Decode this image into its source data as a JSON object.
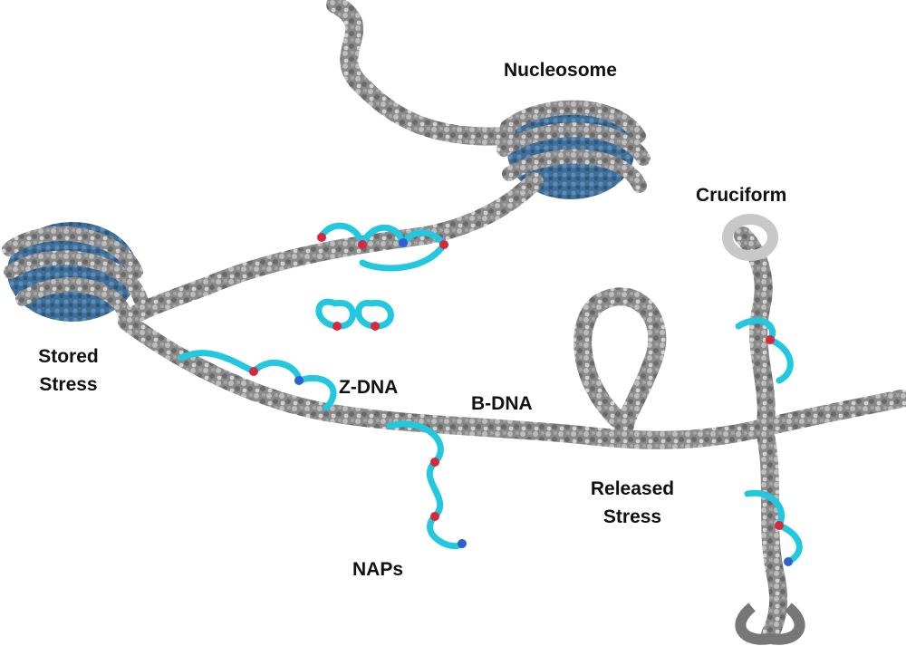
{
  "labels": {
    "nucleosome": "Nucleosome",
    "cruciform": "Cruciform",
    "stored_stress": [
      "Stored",
      "Stress"
    ],
    "z_dna": "Z-DNA",
    "b_dna": "B-DNA",
    "released_stress": [
      "Released",
      "Stress"
    ],
    "naps": "NAPs"
  },
  "colors": {
    "dna_dark": "#6e6e6e",
    "dna_light": "#c4c4c4",
    "histone": "#3f6f99",
    "protein_cyan": "#22c7e0",
    "protein_red": "#d8283c",
    "protein_blue": "#2f5fd0",
    "text": "#111111"
  }
}
